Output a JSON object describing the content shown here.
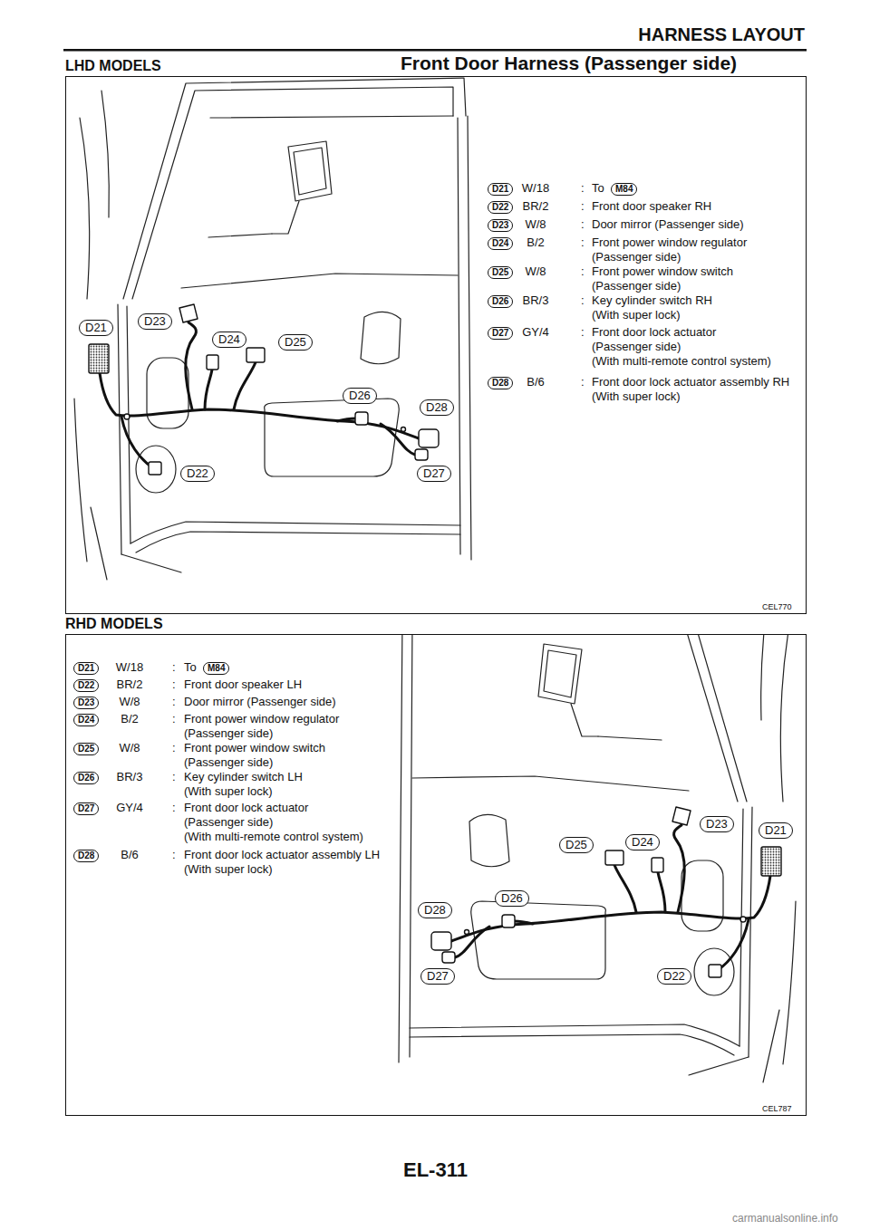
{
  "diagram": {
    "nodes": [
      {
        "text": [
          "LHD MODELS",
          "CEL770"
        ]
      },
      {
        "text": [
          "D21"
        ],
        "in": 0
      },
      {
        "text": [
          "M84"
        ],
        "in": 0
      },
      {
        "text": [
          "D22"
        ],
        "in": 0
      },
      {
        "text": [
          "D23"
        ],
        "in": 0
      },
      {
        "text": [
          "D24"
        ],
        "in": 0
      },
      {
        "text": [
          "D25"
        ],
        "in": 0
      },
      {
        "text": [
          "D26"
        ],
        "in": 0
      },
      {
        "text": [
          "D27"
        ],
        "in": 0
      },
      {
        "text": [
          "D28"
        ],
        "in": 0
      },
      {
        "text": [
          "D21"
        ],
        "in": 0
      },
      {
        "text": [
          "D22"
        ],
        "in": 0
      },
      {
        "text": [
          "D23"
        ],
        "in": 0
      },
      {
        "text": [
          "D24"
        ],
        "in": 0
      },
      {
        "text": [
          "D25"
        ],
        "in": 0
      },
      {
        "text": [
          "D26"
        ],
        "in": 0
      },
      {
        "text": [
          "D27"
        ],
        "in": 0
      },
      {
        "text": [
          "D28"
        ],
        "in": 0
      },
      {
        "text": [
          "RHD MODELS",
          "CEL787"
        ]
      },
      {
        "text": [
          "D21"
        ],
        "in": 18
      },
      {
        "text": [
          "M84"
        ],
        "in": 18
      },
      {
        "text": [
          "D22"
        ],
        "in": 18
      },
      {
        "text": [
          "D23"
        ],
        "in": 18
      },
      {
        "text": [
          "D24"
        ],
        "in": 18
      },
      {
        "text": [
          "D25"
        ],
        "in": 18
      },
      {
        "text": [
          "D26"
        ],
        "in": 18
      },
      {
        "text": [
          "D27"
        ],
        "in": 18
      },
      {
        "text": [
          "D28"
        ],
        "in": 18
      },
      {
        "text": [
          "D21"
        ],
        "in": 18
      },
      {
        "text": [
          "D22"
        ],
        "in": 18
      },
      {
        "text": [
          "D23"
        ],
        "in": 18
      },
      {
        "text": [
          "D24"
        ],
        "in": 18
      },
      {
        "text": [
          "D25"
        ],
        "in": 18
      },
      {
        "text": [
          "D26"
        ],
        "in": 18
      },
      {
        "text": [
          "D27"
        ],
        "in": 18
      },
      {
        "text": [
          "D28"
        ],
        "in": 18
      }
    ],
    "labels": [
      "HARNESS LAYOUT",
      "Front Door Harness (Passenger side)",
      "W/18",
      ":",
      "To",
      "BR/2",
      ":",
      "Front door speaker RH",
      "W/8",
      ":",
      "Door mirror (Passenger side)",
      "B/2",
      ":",
      "Front power window regulator (Passenger side)",
      "W/8",
      ":",
      "Front power window switch (Passenger side)",
      "BR/3",
      ":",
      "Key cylinder switch RH (With super lock)",
      "GY/4",
      ":",
      "Front door lock actuator (Passenger side) (With multi-remote control system)",
      "B/6",
      ":",
      "Front door lock actuator assembly RH (With super lock)",
      "W/18",
      ":",
      "To",
      "BR/2",
      ":",
      "Front door speaker LH",
      "W/8",
      ":",
      "Door mirror (Passenger side)",
      "B/2",
      ":",
      "Front power window regulator (Passenger side)",
      "W/8",
      ":",
      "Front power window switch (Passenger side)",
      "BR/3",
      ":",
      "Key cylinder switch LH (With super lock)",
      "GY/4",
      ":",
      "Front door lock actuator (Passenger side) (With multi-remote control system)",
      "B/6",
      ":",
      "Front door lock actuator assembly LH (With super lock)",
      "EL-311",
      "carmanualsonline.info"
    ]
  }
}
